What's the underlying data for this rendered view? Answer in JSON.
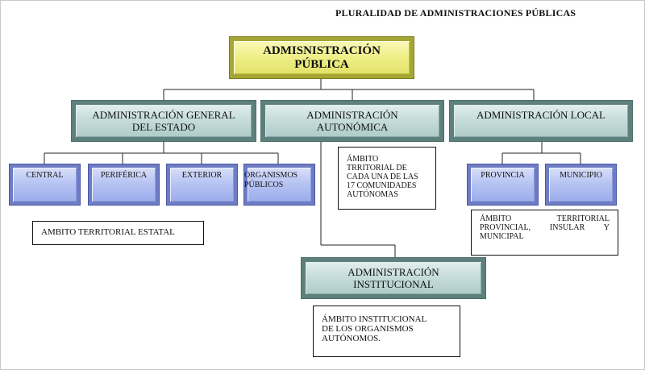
{
  "title": "PLURALIDAD DE ADMINISTRACIONES PÚBLICAS",
  "root": {
    "line1": "ADMISNISTRACIÓN",
    "line2": "PÚBLICA"
  },
  "level1": {
    "general": {
      "line1": "ADMINISTRACIÓN GENERAL",
      "line2": "DEL ESTADO"
    },
    "autonomica": {
      "line1": "ADMINISTRACIÓN",
      "line2": "AUTONÓMICA"
    },
    "local": {
      "line1": "ADMINISTRACIÓN LOCAL"
    }
  },
  "estado_children": [
    "CENTRAL",
    "PERIFÉRICA",
    "EXTERIOR",
    "ORGANISMOS",
    "PÚBLICOS"
  ],
  "local_children": [
    "PROVINCIA",
    "MUNICIPIO"
  ],
  "institucional": {
    "line1": "ADMINISTRACIÓN",
    "line2": "INSTITUCIONAL"
  },
  "notes": {
    "estatal": "AMBITO TERRITORIAL ESTATAL",
    "autonomico": [
      "ÁMBITO",
      "TRRITORIAL DE",
      "CADA UNA DE LAS",
      "17 COMUNIDADES",
      "AUTÓNOMAS"
    ],
    "local": [
      "ÁMBITO TERRITORIAL",
      "PROVINCIAL, INSULAR Y",
      "MUNICIPAL"
    ],
    "institucional": [
      "ÁMBITO INSTITUCIONAL",
      "DE LOS ORGANISMOS",
      "AUTÓNOMOS."
    ]
  },
  "colors": {
    "root": "#efef86",
    "level1": "#c7dddb",
    "children": "#b4c2f2"
  }
}
